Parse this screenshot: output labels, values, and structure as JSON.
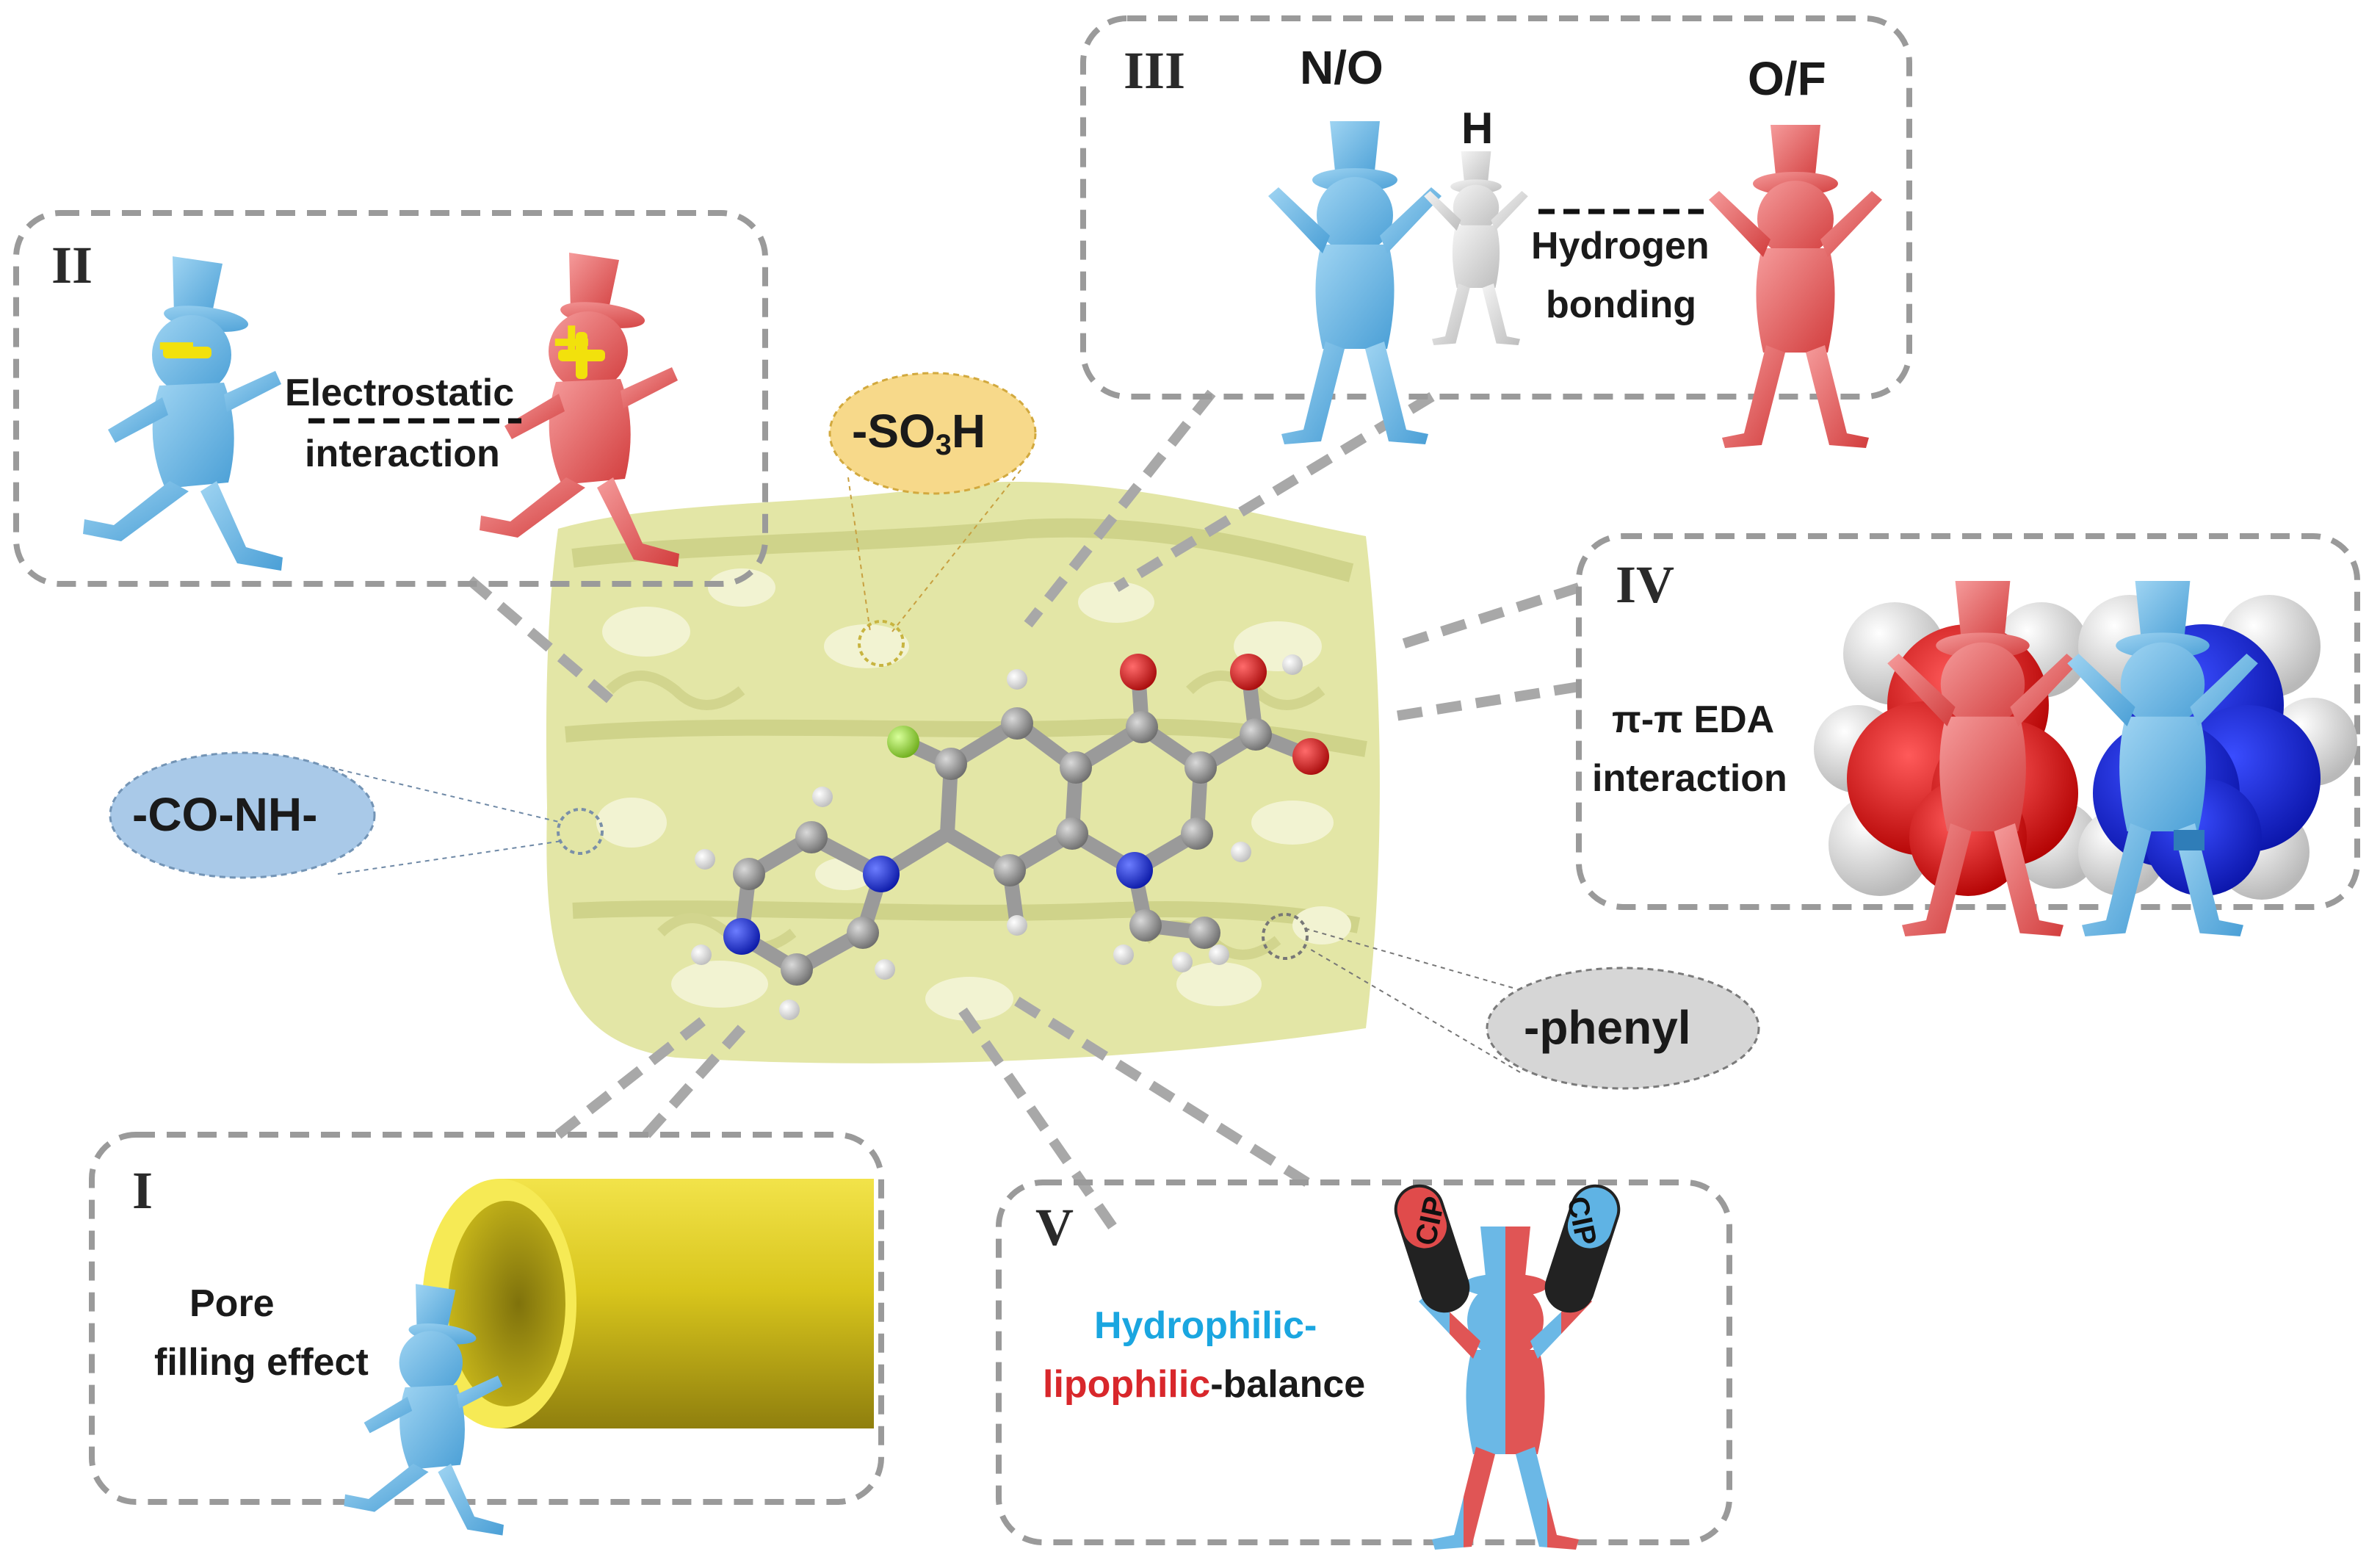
{
  "panels": {
    "p1": {
      "roman": "I",
      "text_line1": "Pore",
      "text_line2": "filling effect"
    },
    "p2": {
      "roman": "II",
      "minus_sign": "−",
      "plus_sign": "+",
      "text_line1": "Electrostatic",
      "text_line2": "interaction"
    },
    "p3": {
      "roman": "III",
      "donor": "N/O",
      "hydrogen": "H",
      "acceptor": "O/F",
      "text_line1": "Hydrogen",
      "text_line2": "bonding"
    },
    "p4": {
      "roman": "IV",
      "text_line1": "π-π EDA",
      "text_line2": "interaction"
    },
    "p5": {
      "roman": "V",
      "hydrophilic": "Hydrophilic",
      "dash1": "-",
      "lipophilic": "lipophilic",
      "balance": "-balance",
      "pill_left": "CIP",
      "pill_right": "CIP"
    }
  },
  "groups": {
    "sulfo_prefix": "-SO",
    "sulfo_sub": "3",
    "sulfo_suffix": "H",
    "amide": "-CO-NH-",
    "phenyl": "-phenyl"
  },
  "colors": {
    "hydrophilic_blue": "#5fb3e4",
    "lipophilic_red": "#e04b4b",
    "framework_yellow": "#e3e6a6",
    "pore_tube_yellow": "#d6c81e",
    "sulfo_bubble": "#f7d98a",
    "amide_bubble": "#a9c9e8",
    "phenyl_bubble": "#d6d6d6",
    "dashed_border": "#9a9a9a"
  }
}
